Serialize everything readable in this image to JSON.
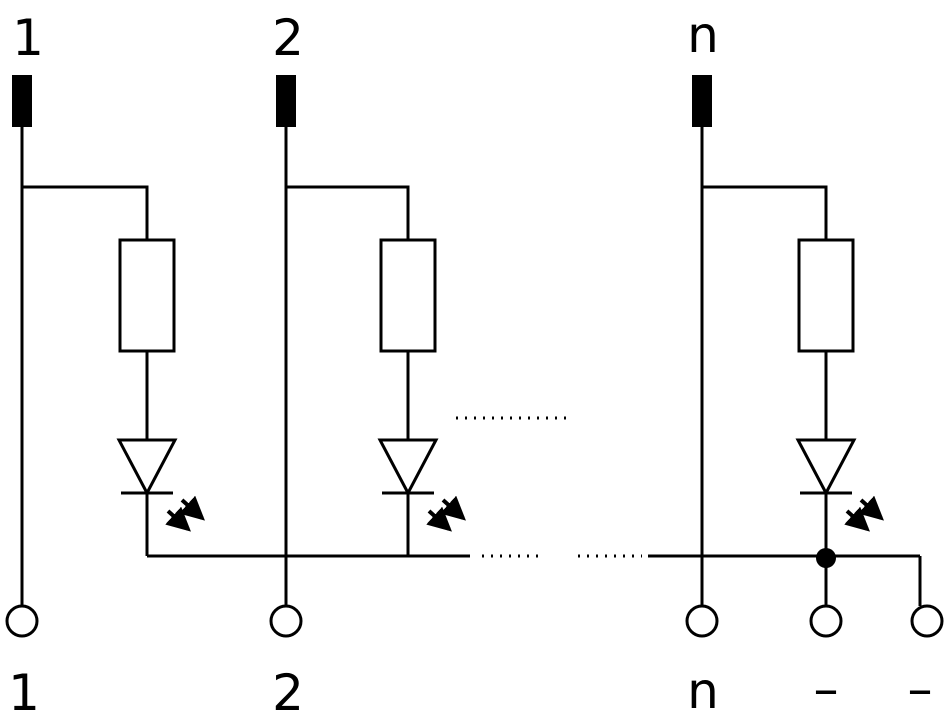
{
  "top_labels": [
    "1",
    "2",
    "n"
  ],
  "bottom_labels": [
    "1",
    "2",
    "n",
    "–",
    "–"
  ],
  "components": {
    "channel_count_symbol": "n",
    "per_channel": [
      "connector-pin",
      "resistor",
      "led-emitting-diode",
      "terminal"
    ],
    "common_terminals": 2
  },
  "colors": {
    "line": "#000000",
    "background": "#ffffff"
  }
}
